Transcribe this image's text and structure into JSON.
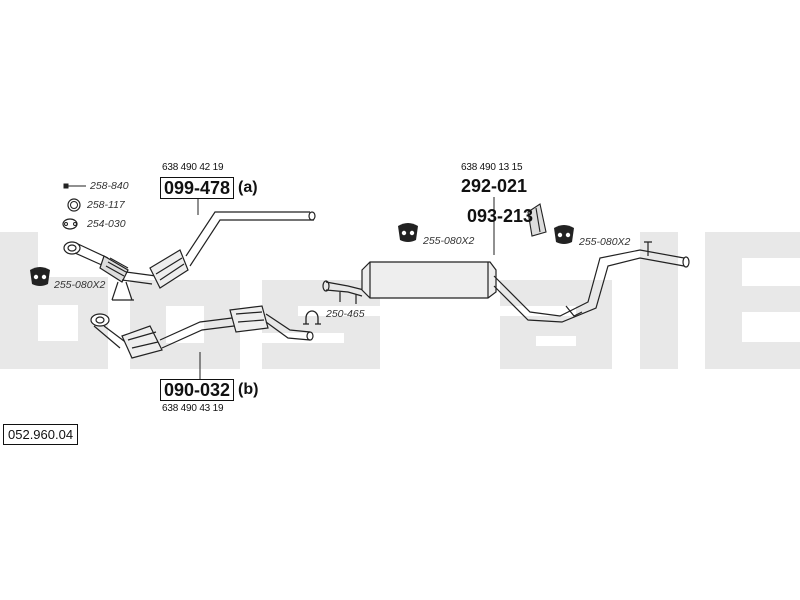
{
  "diagram_id": "052.960.04",
  "brand_watermark": "bosal",
  "parts": {
    "front_pipe_a": {
      "oe_number": "638 490 42 19",
      "part_number": "099-478",
      "suffix": "(a)"
    },
    "front_pipe_b": {
      "oe_number": "638 490 43 19",
      "part_number": "090-032",
      "suffix": "(b)"
    },
    "rear_silencer": {
      "oe_number": "638 490 13 15",
      "part_number": "292-021"
    },
    "mounting": {
      "part_number": "093-213"
    }
  },
  "accessories": {
    "bolt": "258-840",
    "ring": "258-117",
    "gasket": "254-030",
    "clamp": "250-465",
    "paste_left": "255-080X2",
    "paste_middle": "255-080X2",
    "paste_right": "255-080X2"
  },
  "colors": {
    "watermark": "#e6e6e6",
    "line": "#222222",
    "accent": "#111111"
  }
}
